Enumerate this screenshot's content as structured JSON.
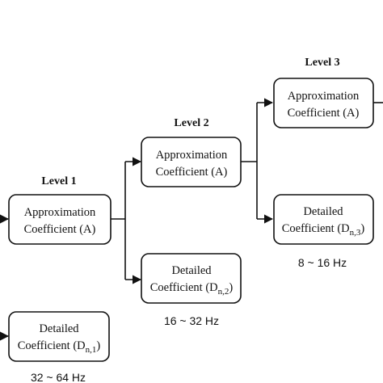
{
  "levels": {
    "level1": "Level 1",
    "level2": "Level 2",
    "level3": "Level 3"
  },
  "nodes": {
    "approx1": {
      "line1": "Approximation",
      "line2": "Coefficient (A)"
    },
    "approx2": {
      "line1": "Approximation",
      "line2": "Coefficient (A)"
    },
    "approx3": {
      "line1": "Approximation",
      "line2": "Coefficient (A)"
    },
    "detail1": {
      "line1": "Detailed",
      "line2_prefix": "Coefficient (D",
      "sub": "n,1",
      "line2_suffix": ")"
    },
    "detail2": {
      "line1": "Detailed",
      "line2_prefix": "Coefficient (D",
      "sub": "n,2",
      "line2_suffix": ")"
    },
    "detail3": {
      "line1": "Detailed",
      "line2_prefix": "Coefficient (D",
      "sub": "n,3",
      "line2_suffix": ")"
    }
  },
  "bands": {
    "band1": "32 ~ 64 Hz",
    "band2": "16 ~ 32 Hz",
    "band3": "8 ~ 16 Hz"
  }
}
